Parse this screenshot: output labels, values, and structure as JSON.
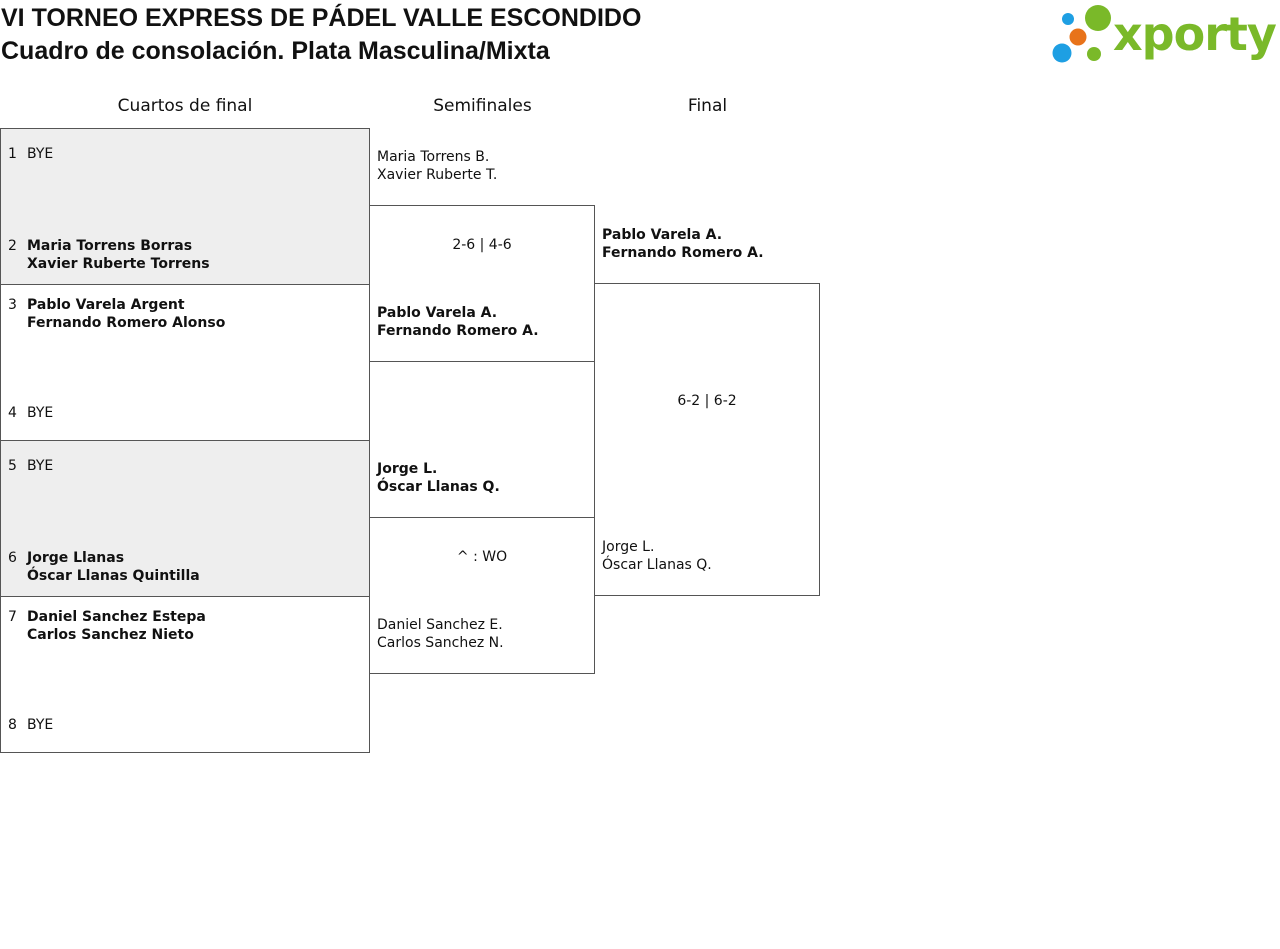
{
  "header": {
    "title": "VI TORNEO EXPRESS DE PÁDEL VALLE ESCONDIDO",
    "subtitle": "Cuadro de consolación. Plata Masculina/Mixta"
  },
  "logo": {
    "text": "xporty",
    "colors": {
      "brand": "#7ab929",
      "dot_blue": "#1e9fe3",
      "dot_orange": "#e8731a",
      "dot_green": "#7ab929"
    }
  },
  "rounds": {
    "quarterfinals": "Cuartos de final",
    "semifinals": "Semifinales",
    "final": "Final"
  },
  "quarterfinals": [
    {
      "shaded": true,
      "top": {
        "seed": "1",
        "player1": "BYE",
        "player2": "",
        "winner": false
      },
      "bottom": {
        "seed": "2",
        "player1": "Maria Torrens Borras",
        "player2": "Xavier Ruberte Torrens",
        "winner": true
      }
    },
    {
      "shaded": false,
      "top": {
        "seed": "3",
        "player1": "Pablo Varela Argent",
        "player2": "Fernando Romero Alonso",
        "winner": true
      },
      "bottom": {
        "seed": "4",
        "player1": "BYE",
        "player2": "",
        "winner": false
      }
    },
    {
      "shaded": true,
      "top": {
        "seed": "5",
        "player1": "BYE",
        "player2": "",
        "winner": false
      },
      "bottom": {
        "seed": "6",
        "player1": "Jorge Llanas",
        "player2": "Óscar Llanas Quintilla",
        "winner": true
      }
    },
    {
      "shaded": false,
      "top": {
        "seed": "7",
        "player1": "Daniel Sanchez Estepa",
        "player2": "Carlos Sanchez Nieto",
        "winner": true
      },
      "bottom": {
        "seed": "8",
        "player1": "BYE",
        "player2": "",
        "winner": false
      }
    }
  ],
  "semifinals": [
    {
      "top": {
        "player1": "Maria Torrens B.",
        "player2": "Xavier Ruberte T.",
        "winner": false
      },
      "score": "2-6 | 4-6",
      "bottom": {
        "player1": "Pablo Varela A.",
        "player2": "Fernando Romero A.",
        "winner": true
      }
    },
    {
      "top": {
        "player1": "Jorge L.",
        "player2": "Óscar Llanas Q.",
        "winner": true
      },
      "score": "^ : WO",
      "bottom": {
        "player1": "Daniel Sanchez E.",
        "player2": "Carlos Sanchez N.",
        "winner": false
      }
    }
  ],
  "final": {
    "top": {
      "player1": "Pablo Varela A.",
      "player2": "Fernando Romero A.",
      "winner": true
    },
    "score": "6-2 | 6-2",
    "bottom": {
      "player1": "Jorge L.",
      "player2": "Óscar Llanas Q.",
      "winner": false
    }
  }
}
